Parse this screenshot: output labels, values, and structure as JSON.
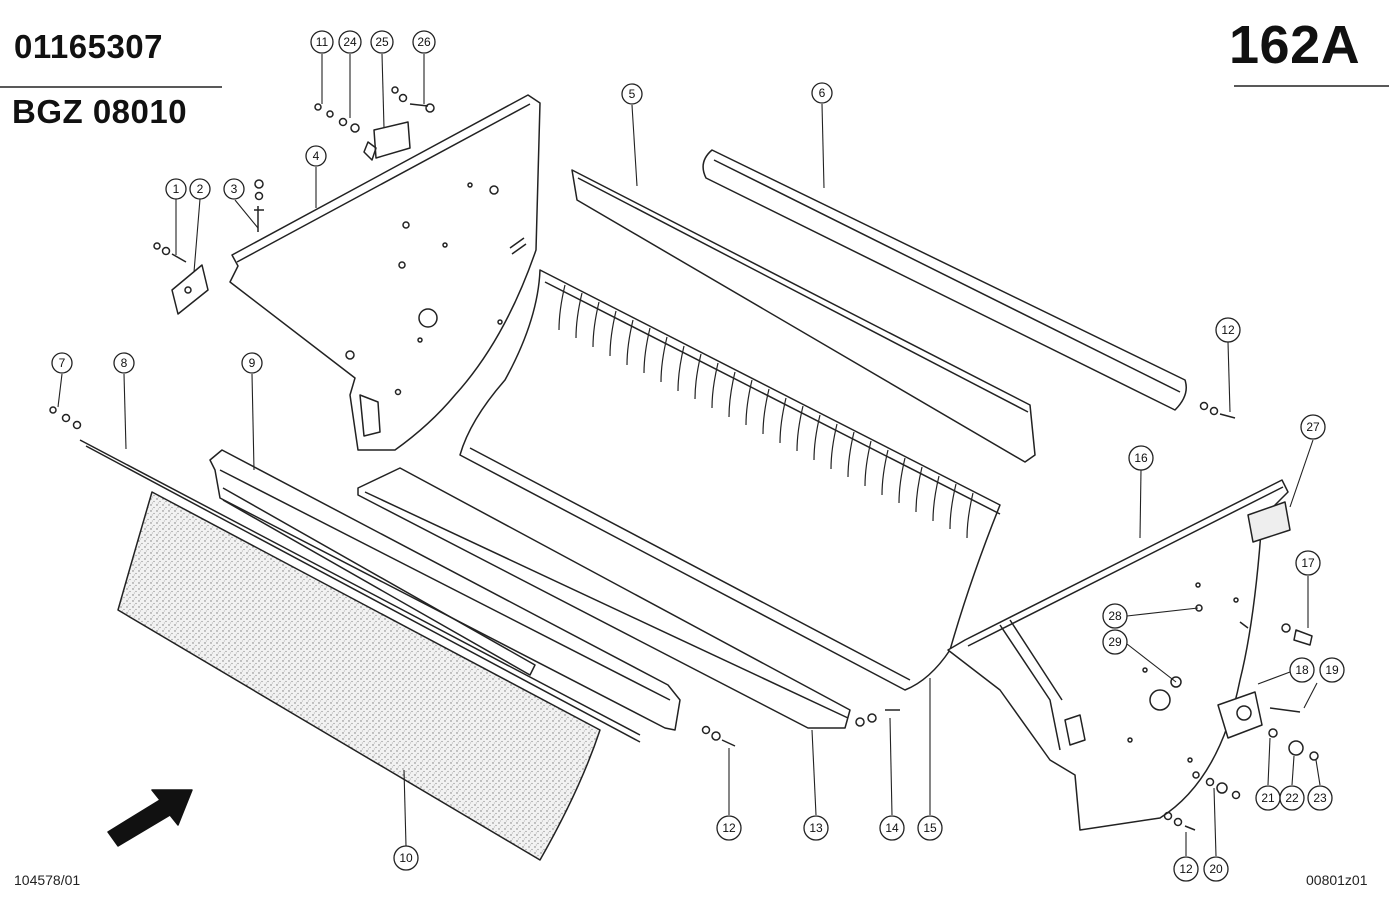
{
  "header": {
    "part_number": "01165307",
    "assembly_code": "BGZ 08010",
    "page_number": "162A"
  },
  "footer": {
    "document_number": "104578/01",
    "figure_number": "00801z01"
  },
  "callouts": {
    "c1": "1",
    "c2": "2",
    "c3": "3",
    "c4": "4",
    "c5": "5",
    "c6": "6",
    "c7": "7",
    "c8": "8",
    "c9": "9",
    "c10": "10",
    "c11": "11",
    "c12a": "12",
    "c12b": "12",
    "c12c": "12",
    "c13": "13",
    "c14": "14",
    "c15": "15",
    "c16": "16",
    "c17": "17",
    "c18": "18",
    "c19": "19",
    "c20": "20",
    "c21": "21",
    "c22": "22",
    "c23": "23",
    "c24": "24",
    "c25": "25",
    "c26": "26",
    "c27": "27",
    "c28": "28",
    "c29": "29"
  }
}
